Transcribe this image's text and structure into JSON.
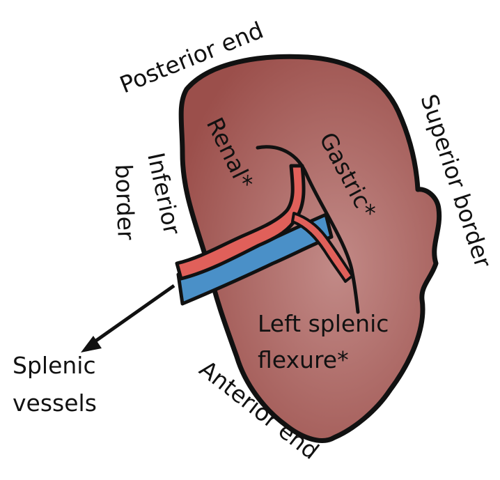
{
  "labels": {
    "posterior_end": "Posterior end",
    "superior_border": "Superior border",
    "inferior": "Inferior",
    "border": "border",
    "renal": "Renal*",
    "gastric": "Gastric*",
    "left_splenic": "Left splenic",
    "flexure": "flexure*",
    "splenic": "Splenic",
    "vessels": "vessels",
    "anterior_end": "Anterior end"
  },
  "colors": {
    "spleen": "#9b4f4b",
    "spleen_highlight": "#c28a87",
    "outline": "#111111",
    "artery": "#e0605a",
    "vein": "#4a90c8",
    "background": "#ffffff"
  }
}
